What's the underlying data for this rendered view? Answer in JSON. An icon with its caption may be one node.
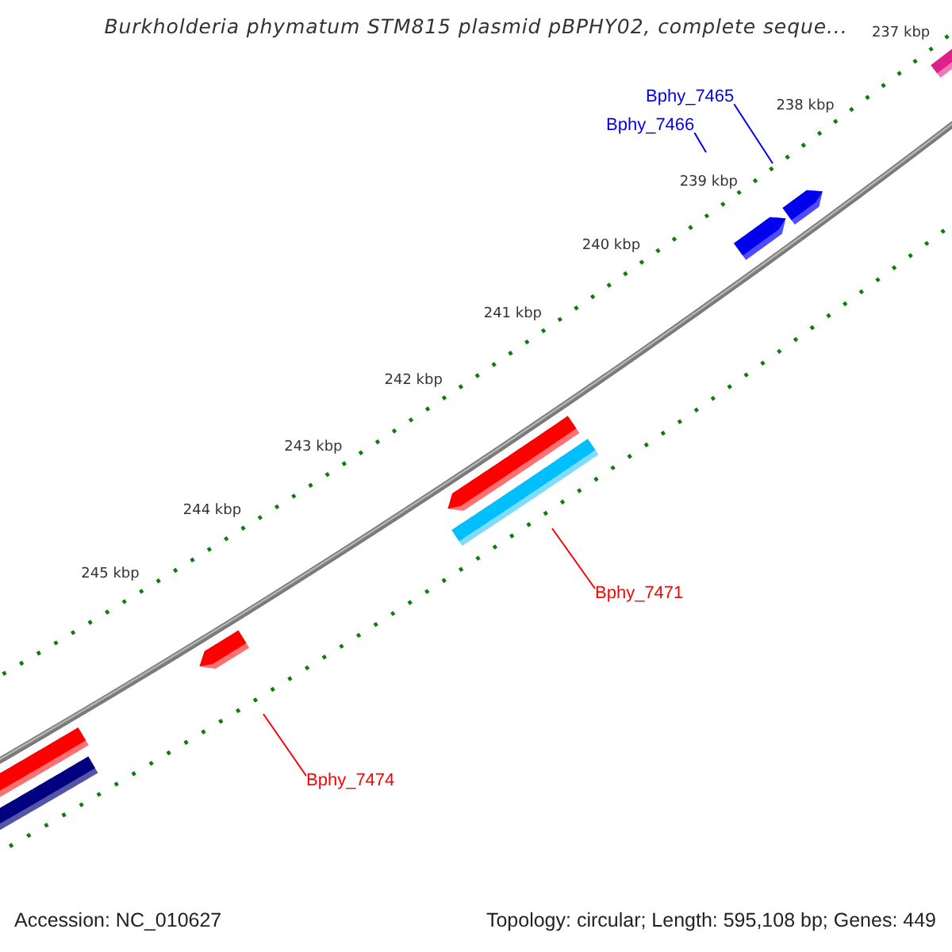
{
  "diagram": {
    "title": "Burkholderia phymatum STM815 plasmid pBPHY02, complete seque...",
    "nodes": [
      {
        "text": [
          "Bphy_7465"
        ]
      },
      {
        "text": [
          "Bphy_7466"
        ]
      },
      {
        "text": [
          "Bphy_7471"
        ]
      },
      {
        "text": [
          "Bphy_7474"
        ]
      }
    ],
    "edges": [
      {
        "from": 0,
        "to": null,
        "arrow": "none",
        "color": "#0000ee"
      },
      {
        "from": 1,
        "to": null,
        "arrow": "none",
        "color": "#0000ee"
      },
      {
        "from": 2,
        "to": null,
        "arrow": "none",
        "color": "#ff0000"
      },
      {
        "from": 3,
        "to": null,
        "arrow": "none",
        "color": "#ff0000"
      }
    ],
    "labels": [
      "237 kbp",
      "238 kbp",
      "239 kbp",
      "240 kbp",
      "241 kbp",
      "242 kbp",
      "243 kbp",
      "244 kbp",
      "245 kbp",
      "Accession: NC_010627",
      "Topology: circular; Length: 595,108 bp; Genes: 449"
    ]
  }
}
